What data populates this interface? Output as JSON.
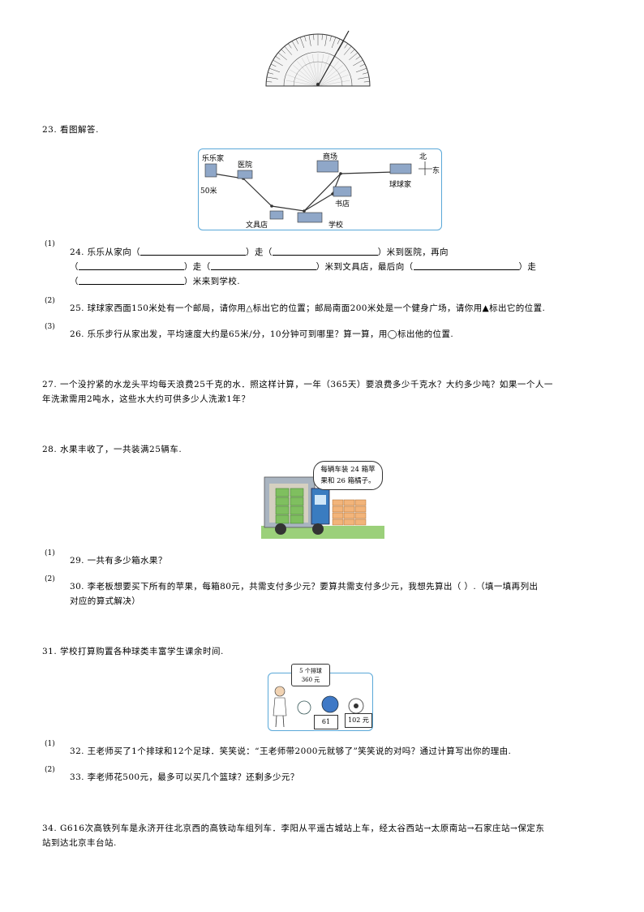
{
  "q23": {
    "text": "23. 看图解答."
  },
  "map": {
    "home_lele": "乐乐家",
    "hospital": "医院",
    "mall": "商场",
    "qiuqiu_home": "球球家",
    "bookstore": "书店",
    "stationery": "文具店",
    "school": "学校",
    "scale": "50米",
    "north": "北",
    "east": "东"
  },
  "q24": {
    "num": "(1)",
    "line1_a": "24. 乐乐从家向（",
    "line1_b": "）走（",
    "line1_c": "）米到医院，再向",
    "line2_a": "（",
    "line2_b": "）走（",
    "line2_c": "）米到文具店，最后向（",
    "line2_d": "）走",
    "line3_a": "（",
    "line3_b": "）米来到学校."
  },
  "q25": {
    "num": "(2)",
    "text": "25. 球球家西面150米处有一个邮局，请你用△标出它的位置；邮局南面200米处是一个健身广场，请你用▲标出它的位置."
  },
  "q26": {
    "num": "(3)",
    "text": "26. 乐乐步行从家出发，平均速度大约是65米/分，10分钟可到哪里？算一算，用◯标出他的位置."
  },
  "q27": {
    "line1": "27. 一个没拧紧的水龙头平均每天浪费25千克的水．照这样计算，一年（365天）要浪费多少千克水？大约多少吨？如果一个人一",
    "line2": "年洗漱需用2吨水，这些水大约可供多少人洗漱1年？"
  },
  "q28": {
    "text": "28. 水果丰收了，一共装满25辆车.",
    "bubble_line1": "每辆车装 24 箱苹",
    "bubble_line2": "果和 26 箱橘子。"
  },
  "q29": {
    "num": "(1)",
    "text": "29. 一共有多少箱水果？"
  },
  "q30": {
    "num": "(2)",
    "line1": "30. 李老板想要买下所有的苹果，每箱80元，共需支付多少元？要算共需支付多少元，我想先算出（   ）.（填一填再列出",
    "line2": "对应的算式解决）"
  },
  "q31": {
    "text": "31. 学校打算购置各种球类丰富学生课余时间.",
    "bubble_line1": "5 个排球",
    "bubble_line2": "360 元",
    "tag1": "61",
    "tag2": "102 元"
  },
  "q32": {
    "num": "(1)",
    "text": "32. 王老师买了1个排球和12个足球．笑笑说：“王老师带2000元就够了”笑笑说的对吗？通过计算写出你的理由."
  },
  "q33": {
    "num": "(2)",
    "text": "33. 李老师花500元，最多可以买几个篮球？还剩多少元？"
  },
  "q34": {
    "line1": "34. G616次高铁列车是永济开往北京西的高铁动车组列车．李阳从平遥古城站上车，经太谷西站→太原南站→石家庄站→保定东",
    "line2": "站到达北京丰台站."
  }
}
